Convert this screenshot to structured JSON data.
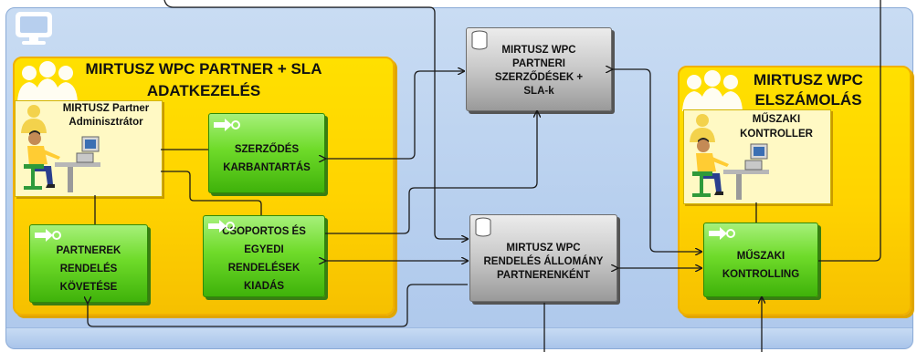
{
  "panels": {
    "partner": {
      "title_line1": "MIRTUSZ WPC PARTNER + SLA",
      "title_line2": "ADATKEZELÉS"
    },
    "billing": {
      "title_line1": "MIRTUSZ WPC",
      "title_line2": "ELSZÁMOLÁS"
    }
  },
  "roles": {
    "admin": {
      "line1": "MIRTUSZ Partner",
      "line2": "Adminisztrátor"
    },
    "controller": {
      "line1": "MŰSZAKI",
      "line2": "KONTROLLER"
    }
  },
  "processes": {
    "contract": "SZERZŐDÉS\nKARBANTARTÁS",
    "orders": "CSOPORTOS ÉS\nEGYEDI\nRENDELÉSEK\nKIADÁS",
    "tracking": "PARTNEREK\nRENDELÉS\nKÖVETÉSE",
    "controlling": "MŰSZAKI\nKONTROLLING"
  },
  "databases": {
    "contracts": "MIRTUSZ WPC\nPARTNERI\nSZERZŐDÉSEK +\nSLA-k",
    "orders": "MIRTUSZ WPC\nRENDELÉS ÁLLOMÁNY\nPARTNERENKÉNT"
  },
  "colors": {
    "system_bg": "#b7cfee",
    "panel_yellow": "#ffd300",
    "process_green": "#6fdb2a",
    "database_gray": "#c8c8c8",
    "connector": "#1a1a1a"
  }
}
